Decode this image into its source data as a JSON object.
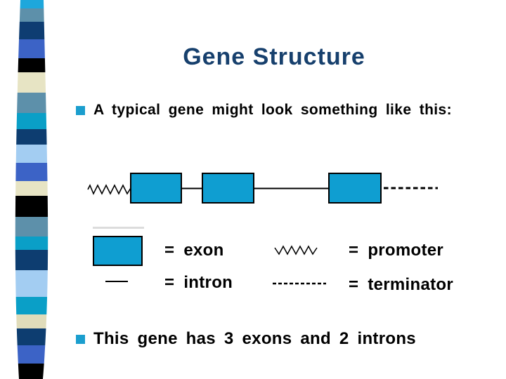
{
  "title": "Gene Structure",
  "bullets": [
    "A typical gene might look something like this:",
    "This gene has 3 exons and 2 introns"
  ],
  "legend": {
    "rows": [
      {
        "eq": "=",
        "label": "exon"
      },
      {
        "eq": "=",
        "label": "intron"
      },
      {
        "eq": "=",
        "label": "promoter"
      },
      {
        "eq": "=",
        "label": "terminator"
      }
    ]
  },
  "diagram": {
    "sequence": [
      "promoter",
      "exon",
      "intron",
      "exon",
      "intron",
      "exon",
      "terminator"
    ],
    "exon_count": 3,
    "intron_count": 2
  },
  "colors": {
    "title_text": "#17406d",
    "exon_fill": "#0f9ed1",
    "bullet_square": "#1b9ece",
    "body_text": "#000000"
  },
  "stripe": {
    "segments": [
      [
        "#1ea7dc",
        12
      ],
      [
        "#5d90aa",
        19
      ],
      [
        "#0e3d72",
        25
      ],
      [
        "#3c63c6",
        27
      ],
      [
        "#000000",
        20
      ],
      [
        "#e7e4c4",
        29
      ],
      [
        "#5d90aa",
        29
      ],
      [
        "#0a9fc7",
        23
      ],
      [
        "#0d3d70",
        22
      ],
      [
        "#a3cdf2",
        26
      ],
      [
        "#3c63c6",
        26
      ],
      [
        "#e7e4c4",
        21
      ],
      [
        "#000000",
        30
      ],
      [
        "#5d90aa",
        28
      ],
      [
        "#0a9fc7",
        19
      ],
      [
        "#0d3d70",
        29
      ],
      [
        "#a3cdf2",
        38
      ],
      [
        "#0a9fc7",
        25
      ],
      [
        "#e0dcba",
        20
      ],
      [
        "#0d3d70",
        24
      ],
      [
        "#3c63c6",
        26
      ],
      [
        "#000000",
        22
      ]
    ]
  }
}
